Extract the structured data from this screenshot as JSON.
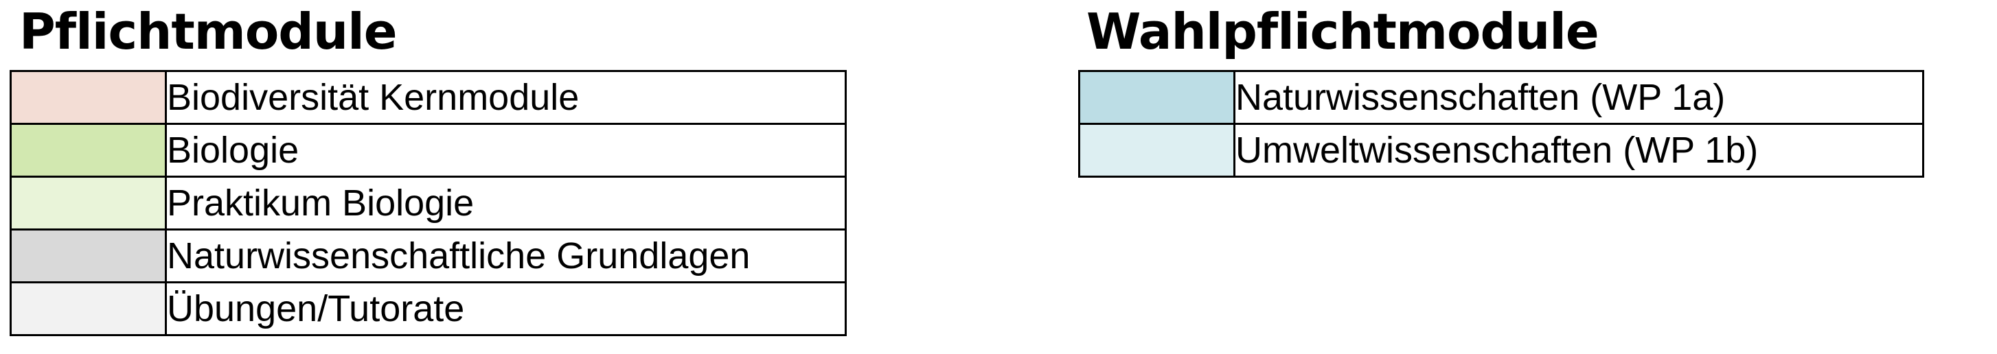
{
  "pflichtmodule": {
    "title": "Pflichtmodule",
    "items": [
      {
        "label": "Biodiversität Kernmodule",
        "color": "#f3ddd5"
      },
      {
        "label": "Biologie",
        "color": "#d2e8b0"
      },
      {
        "label": "Praktikum Biologie",
        "color": "#e9f4d9"
      },
      {
        "label": "Naturwissenschaftliche Grundlagen",
        "color": "#d9d9d9"
      },
      {
        "label": "Übungen/Tutorate",
        "color": "#f2f2f2"
      }
    ]
  },
  "wahlpflichtmodule": {
    "title": "Wahlpflichtmodule",
    "items": [
      {
        "label": "Naturwissenschaften (WP 1a)",
        "color": "#bcdde5"
      },
      {
        "label": "Umweltwissenschaften (WP 1b)",
        "color": "#ddeff2"
      }
    ]
  }
}
